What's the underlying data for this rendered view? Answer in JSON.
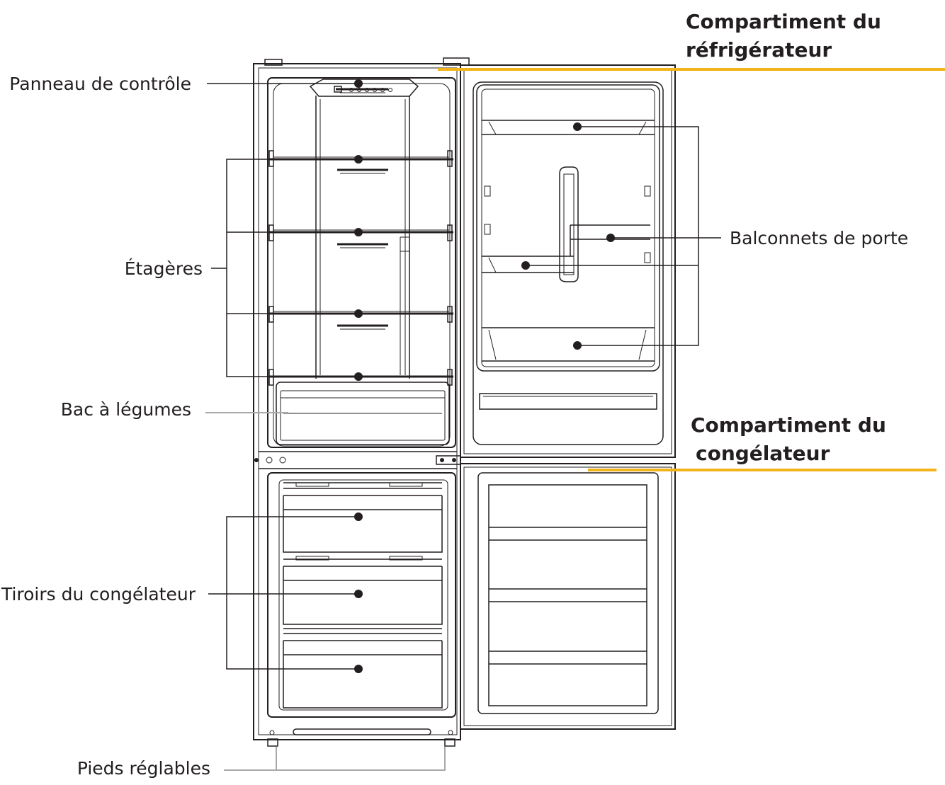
{
  "sections": {
    "fridge_line1": "Compartiment du",
    "fridge_line2": "réfrigérateur",
    "freezer_line1": "Compartiment du",
    "freezer_line2": "congélateur"
  },
  "callouts": {
    "control_panel": "Panneau de contrôle",
    "shelves": "Étagères",
    "crisper": "Bac à légumes",
    "freezer_drawers": "Tiroirs du congélateur",
    "feet": "Pieds réglables",
    "door_bins": "Balconnets de porte"
  },
  "colors": {
    "accent": "#f2b31b",
    "line": "#231f20",
    "leader_gray": "#a7a9ac"
  }
}
